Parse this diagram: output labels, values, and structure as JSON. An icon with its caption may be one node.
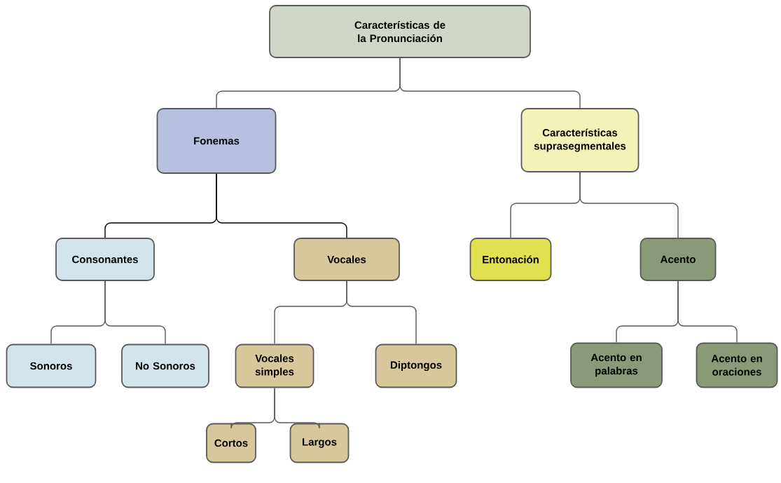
{
  "diagram": {
    "nodes": [
      {
        "text": [
          "Características de la Pronunciación"
        ]
      },
      {
        "text": [
          "Fonemas"
        ]
      },
      {
        "text": [
          "Características suprasegmentales"
        ]
      },
      {
        "text": [
          "Consonantes"
        ]
      },
      {
        "text": [
          "Vocales"
        ]
      },
      {
        "text": [
          "Entonación"
        ]
      },
      {
        "text": [
          "Acento"
        ]
      },
      {
        "text": [
          "Sonoros"
        ]
      },
      {
        "text": [
          "No Sonoros"
        ]
      },
      {
        "text": [
          "Vocales simples"
        ]
      },
      {
        "text": [
          "Diptongos"
        ]
      },
      {
        "text": [
          "Acento en palabras"
        ]
      },
      {
        "text": [
          "Acento en oraciones"
        ]
      },
      {
        "text": [
          "Cortos"
        ]
      },
      {
        "text": [
          "Largos"
        ]
      }
    ],
    "edges": [
      {
        "from": 0,
        "to": 1,
        "arrow": "none"
      },
      {
        "from": 0,
        "to": 2,
        "arrow": "none"
      },
      {
        "from": 1,
        "to": 3,
        "arrow": "none",
        "color": "#000000"
      },
      {
        "from": 1,
        "to": 4,
        "arrow": "none",
        "color": "#000000"
      },
      {
        "from": 2,
        "to": 5,
        "arrow": "none"
      },
      {
        "from": 2,
        "to": 6,
        "arrow": "none"
      },
      {
        "from": 3,
        "to": 7,
        "arrow": "none"
      },
      {
        "from": 3,
        "to": 8,
        "arrow": "none"
      },
      {
        "from": 4,
        "to": 9,
        "arrow": "none"
      },
      {
        "from": 4,
        "to": 10,
        "arrow": "none"
      },
      {
        "from": 6,
        "to": 11,
        "arrow": "none"
      },
      {
        "from": 6,
        "to": 12,
        "arrow": "none"
      },
      {
        "from": 9,
        "to": 13,
        "arrow": "none"
      },
      {
        "from": 9,
        "to": 14,
        "arrow": "none"
      }
    ]
  }
}
